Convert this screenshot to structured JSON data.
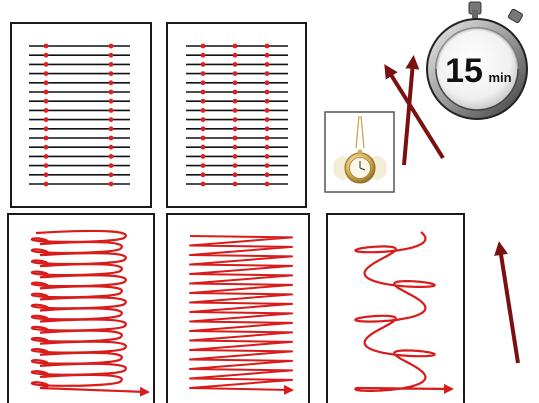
{
  "timer": {
    "number": "15",
    "unit": "min"
  },
  "colors": {
    "frame": "#1a1a1a",
    "line": "#111111",
    "dot": "#e02020",
    "stroke": "#d81c1c",
    "arrow": "#7a1010",
    "watch_gold": "#c9a24a"
  },
  "panels": {
    "top_left": {
      "rows": 16,
      "dots_per_row": 2
    },
    "top_right": {
      "rows": 16,
      "dots_per_row": 3
    }
  }
}
